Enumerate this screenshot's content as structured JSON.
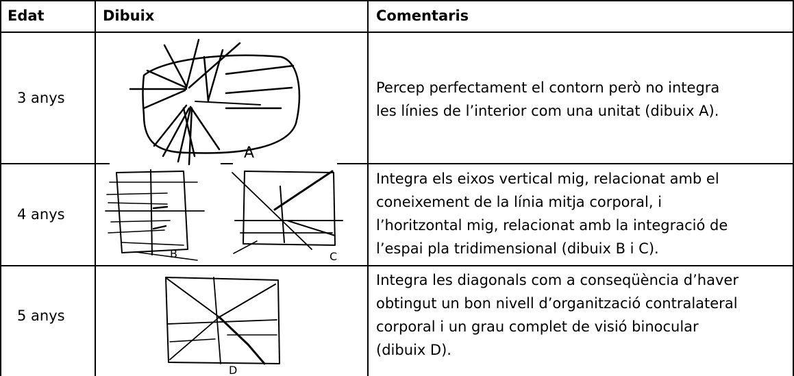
{
  "table": {
    "headers": {
      "age": "Edat",
      "drawing": "Dibuix",
      "comments": "Comentaris"
    },
    "rows": [
      {
        "age": "3 anys",
        "drawing_labels": [
          "A"
        ],
        "comment": "Percep perfectament el contorn però no integra les línies de l’interior com una unitat (dibuix A).",
        "comment_lines": [
          "Percep perfectament el contorn però no integra",
          "les línies de l’interior com una unitat (dibuix A)."
        ]
      },
      {
        "age": "4 anys",
        "drawing_labels": [
          "B",
          "C"
        ],
        "comment": "Integra els eixos vertical mig, relacionat amb el coneixement de la línia mitja corporal, i l’horitzontal mig, relacionat amb la integració de l’espai pla tridimensional (dibuix B i C).",
        "comment_lines": [
          "Integra els eixos vertical mig, relacionat amb el",
          "coneixement de la línia mitja corporal, i",
          "l’horitzontal mig, relacionat amb la integració de",
          "l’espai pla tridimensional (dibuix B i C)."
        ]
      },
      {
        "age": "5 anys",
        "drawing_labels": [
          "D"
        ],
        "comment": "Integra les diagonals com a conseqüència d’haver obtingut un bon nivell d’organització contralateral corporal i un grau complet de visió binocular (dibuix D).",
        "comment_lines": [
          "Integra les diagonals com a conseqüència d’haver",
          "obtingut un bon nivell d’organització contralateral",
          "corporal i un grau complet de visió binocular",
          "(dibuix D)."
        ]
      }
    ]
  }
}
